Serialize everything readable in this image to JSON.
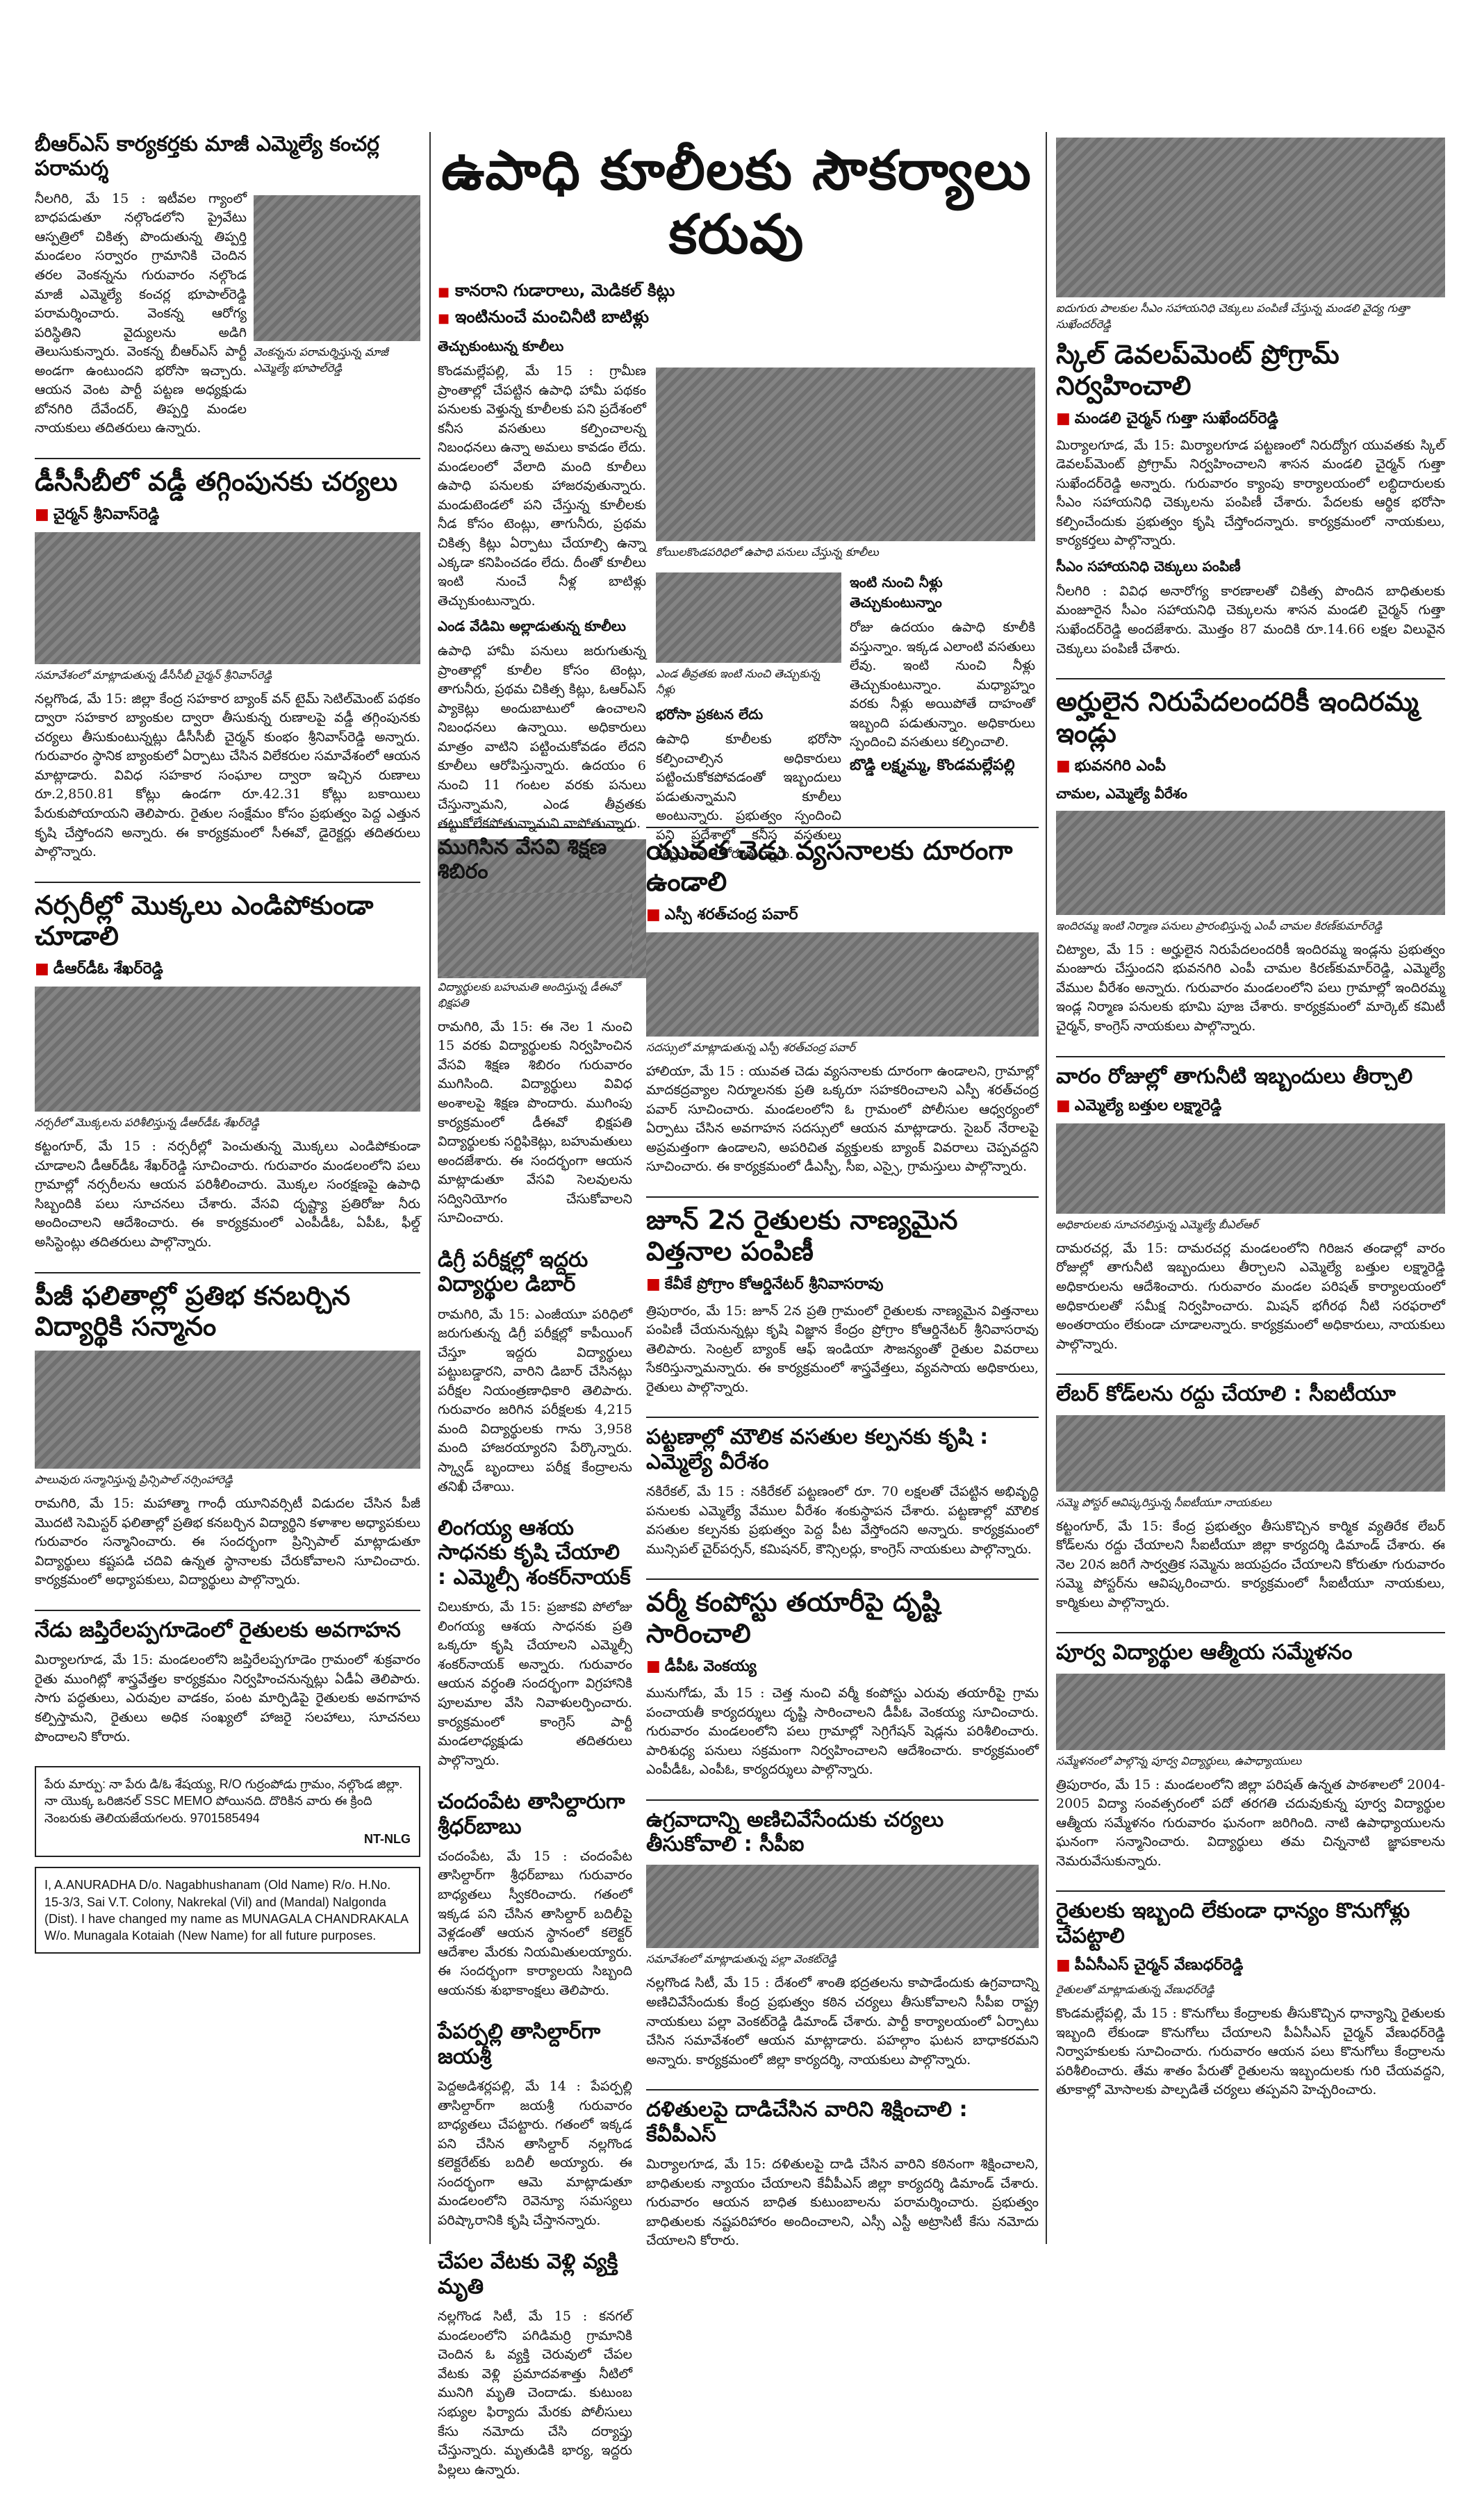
{
  "col1": {
    "a1": {
      "headline": "బీఆర్ఎస్ కార్యకర్తకు మాజీ ఎమ్మెల్యే కంచర్ల పరామర్శ",
      "body": "నీలగిరి, మే 15 : ఇటీవల గ్యాంలో బాధపడుతూ నల్గొండలోని ప్రైవేటు ఆస్పత్రిలో చికిత్స పొందుతున్న తిప్పర్తి మండలం సర్వారం గ్రామానికి చెందిన తరల వెంకన్నను గురువారం నల్గొండ మాజీ ఎమ్మెల్యే కంచర్ల భూపాల్‌రెడ్డి పరామర్శించారు. వెంకన్న ఆరోగ్య పరిస్థితిని వైద్యులను అడిగి తెలుసుకున్నారు. వెంకన్న బీఆర్ఎస్ పార్టీ అండగా ఉంటుందని భరోసా ఇచ్చారు. ఆయన వెంట పార్టీ పట్టణ అధ్యక్షుడు బోనగిరి దేవేందర్, తిప్పర్తి మండల నాయకులు తదితరులు ఉన్నారు.",
      "caption": "వెంకన్నను పరామర్శిస్తున్న మాజీ ఎమ్మెల్యే భూపాల్‌రెడ్డి"
    },
    "a2": {
      "headline": "డీసీసీబీలో వడ్డీ తగ్గింపునకు చర్యలు",
      "byline": "చైర్మన్ శ్రీనివాస్‌రెడ్డి",
      "body": "నల్లగొండ, మే 15: జిల్లా కేంద్ర సహకార బ్యాంక్ వన్ టైమ్ సెటిల్‌మెంట్ పథకం ద్వారా సహకార బ్యాంకుల ద్వారా తీసుకున్న రుణాలపై వడ్డీ తగ్గింపునకు చర్యలు తీసుకుంటున్నట్లు డీసీసీబీ చైర్మన్ కుంభం శ్రీనివాస్‌రెడ్డి అన్నారు. గురువారం స్థానిక బ్యాంకులో ఏర్పాటు చేసిన విలేకరుల సమావేశంలో ఆయన మాట్లాడారు. వివిధ సహకార సంఘాల ద్వారా ఇచ్చిన రుణాలు రూ.2,850.81 కోట్లు ఉండగా రూ.42.31 కోట్లు బకాయిలు పేరుకుపోయాయని తెలిపారు. రైతుల సంక్షేమం కోసం ప్రభుత్వం పెద్ద ఎత్తున కృషి చేస్తోందని అన్నారు. ఈ కార్యక్రమంలో సీఈవో, డైరెక్టర్లు తదితరులు పాల్గొన్నారు.",
      "caption": "సమావేశంలో మాట్లాడుతున్న డీసీసీబీ చైర్మన్ శ్రీనివాస్‌రెడ్డి"
    },
    "a3": {
      "headline": "నర్సరీల్లో మొక్కలు ఎండిపోకుండా చూడాలి",
      "byline": "డీఆర్‌డీఓ శేఖర్‌రెడ్డి",
      "body": "కట్టంగూర్, మే 15 : నర్సరీల్లో పెంచుతున్న మొక్కలు ఎండిపోకుండా చూడాలని డీఆర్‌డీఓ శేఖర్‌రెడ్డి సూచించారు. గురువారం మండలంలోని పలు గ్రామాల్లో నర్సరీలను ఆయన పరిశీలించారు. మొక్కల సంరక్షణపై ఉపాధి సిబ్బందికి పలు సూచనలు చేశారు. వేసవి దృష్ట్యా ప్రతిరోజు నీరు అందించాలని ఆదేశించారు. ఈ కార్యక్రమంలో ఎంపీడీఓ, ఏపీఓ, ఫీల్డ్ అసిస్టెంట్లు తదితరులు పాల్గొన్నారు.",
      "caption": "నర్సరీలో మొక్కలను పరిశీలిస్తున్న డీఆర్‌డీఓ శేఖర్‌రెడ్డి"
    },
    "a4": {
      "headline": "పీజీ ఫలితాల్లో ప్రతిభ కనబర్చిన విద్యార్థికి సన్మానం",
      "body": "రామగిరి, మే 15: మహాత్మా గాంధీ యూనివర్సిటీ విడుదల చేసిన పీజీ మొదటి సెమిస్టర్ ఫలితాల్లో ప్రతిభ కనబర్చిన విద్యార్థిని కళాశాల అధ్యాపకులు గురువారం సన్మానించారు. ఈ సందర్భంగా ప్రిన్సిపాల్ మాట్లాడుతూ విద్యార్థులు కష్టపడి చదివి ఉన్నత స్థానాలకు చేరుకోవాలని సూచించారు. కార్యక్రమంలో అధ్యాపకులు, విద్యార్థులు పాల్గొన్నారు.",
      "caption": "పాలువురు సన్మానిస్తున్న ప్రిన్సిపాల్ నర్సింహారెడ్డి"
    },
    "a5": {
      "headline": "నేడు జప్తిరేలప్పగూడెంలో రైతులకు అవగాహన",
      "body": "మిర్యాలగూడ, మే 15: మండలంలోని జప్తిరేలప్పగూడెం గ్రామంలో శుక్రవారం రైతు ముంగిట్లో శాస్త్రవేత్తల కార్యక్రమం నిర్వహించనున్నట్లు ఏడీఏ తెలిపారు. సాగు పద్ధతులు, ఎరువుల వాడకం, పంట మార్పిడిపై రైతులకు అవగాహన కల్పిస్తామని, రైతులు అధిక సంఖ్యలో హాజరై సలహాలు, సూచనలు పొందాలని కోరారు."
    },
    "ad1": {
      "text": "పేరు మార్పు: నా పేరు డి/ఓ శేషయ్య, R/O గుర్రంపోడు గ్రామం, నల్గొండ జిల్లా. నా యొక్క ఒరిజినల్ SSC MEMO పోయినది. దొరికిన వారు ఈ క్రింది నెంబరుకు తెలియజేయగలరు. 9701585494",
      "tag": "NT-NLG"
    },
    "ad2": {
      "text": "I, A.ANURADHA D/o. Nagabhushanam (Old Name) R/o. H.No. 15-3/3, Sai V.T. Colony, Nakrekal (Vil) and (Mandal) Nalgonda (Dist). I have changed my name as MUNAGALA CHANDRAKALA W/o. Munagala Kotaiah (New Name) for all future purposes."
    }
  },
  "main": {
    "headline": "ఉపాధి కూలీలకు సౌకర్యాలు కరువు",
    "bullets": [
      "కానరాని గుడారాలు, మెడికల్ కిట్లు",
      "ఇంటినుంచే మంచినీటి బాటిళ్లు",
      "తెచ్చుకుంటున్న కూలీలు"
    ],
    "body": "కొండమల్లేపల్లి, మే 15 : గ్రామీణ ప్రాంతాల్లో చేపట్టిన ఉపాధి హామీ పథకం పనులకు వెళ్తున్న కూలీలకు పని ప్రదేశంలో కనీస వసతులు కల్పించాలన్న నిబంధనలు ఉన్నా అమలు కావడం లేదు. మండలంలో వేలాది మంది కూలీలు ఉపాధి పనులకు హాజరవుతున్నారు. మండుటెండలో పని చేస్తున్న కూలీలకు నీడ కోసం టెంట్లు, తాగునీరు, ప్రథమ చికిత్స కిట్లు ఏర్పాటు చేయాల్సి ఉన్నా ఎక్కడా కనిపించడం లేదు. దీంతో కూలీలు ఇంటి నుంచే నీళ్ల బాటిళ్లు తెచ్చుకుంటున్నారు.",
    "photo_caption": "కోయిలకొండపరిధిలో ఉపాధి పనులు చేస్తున్న కూలీలు",
    "sub1": "ఎండ వేడిమి అల్లాడుతున్న కూలీలు",
    "body2": "ఉపాధి హామీ పనులు జరుగుతున్న ప్రాంతాల్లో కూలీల కోసం టెంట్లు, తాగునీరు, ప్రథమ చికిత్స కిట్లు, ఓఆర్ఎస్ ప్యాకెట్లు అందుబాటులో ఉంచాలని నిబంధనలు ఉన్నాయి. అధికారులు మాత్రం వాటిని పట్టించుకోవడం లేదని కూలీలు ఆరోపిస్తున్నారు. ఉదయం 6 నుంచి 11 గంటల వరకు పనులు చేస్తున్నామని, ఎండ తీవ్రతకు తట్టుకోలేకపోతున్నామని వాపోతున్నారు.",
    "sub2": "ఇంటి నుంచి నీళ్లు తెచ్చుకుంటున్నాం",
    "body3": "రోజు ఉదయం ఉపాధి కూలీకి వస్తున్నాం. ఇక్కడ ఎలాంటి వసతులు లేవు. ఇంటి నుంచి నీళ్లు తెచ్చుకుంటున్నాం. మధ్యాహ్నం వరకు నీళ్లు అయిపోతే దాహంతో ఇబ్బంది పడుతున్నాం. అధికారులు స్పందించి వసతులు కల్పించాలి.",
    "quote_name": "బొడ్డి లక్ష్మమ్మ, కొండమల్లేపల్లి",
    "sub3": "భరోసా ప్రకటన లేదు",
    "body4": "ఉపాధి కూలీలకు భరోసా కల్పించాల్సిన అధికారులు పట్టించుకోకపోవడంతో ఇబ్బందులు పడుతున్నామని కూలీలు అంటున్నారు. ప్రభుత్వం స్పందించి పని ప్రదేశాల్లో కనీస వసతులు కల్పించాలని కోరుతున్నారు.",
    "photo2_caption": "ఎండ తీవ్రతకు ఇంటి నుంచి తెచ్చుకున్న నీళ్లు",
    "caption_strip": "ఐదుగురు పాలకుల సీఎం సహాయనిధి చెక్కులు పంపిణీ చేస్తున్న మండలి వైద్య గుత్తా సుఖేందర్‌రెడ్డి"
  },
  "col2": {
    "a1": {
      "headline": "ముగిసిన వేసవి శిక్షణ శిబిరం",
      "caption": "విద్యార్థులకు బహుమతి అందిస్తున్న డీఈవో భిక్షపతి",
      "body": "రామగిరి, మే 15: ఈ నెల 1 నుంచి 15 వరకు విద్యార్థులకు నిర్వహించిన వేసవి శిక్షణ శిబిరం గురువారం ముగిసింది. విద్యార్థులు వివిధ అంశాలపై శిక్షణ పొందారు. ముగింపు కార్యక్రమంలో డీఈవో భిక్షపతి విద్యార్థులకు సర్టిఫికెట్లు, బహుమతులు అందజేశారు. ఈ సందర్భంగా ఆయన మాట్లాడుతూ వేసవి సెలవులను సద్వినియోగం చేసుకోవాలని సూచించారు."
    },
    "a2": {
      "headline": "డిగ్రీ పరీక్షల్లో ఇద్దరు విద్యార్థుల డిబార్",
      "body": "రామగిరి, మే 15: ఎంజీయూ పరిధిలో జరుగుతున్న డిగ్రీ పరీక్షల్లో కాపీయింగ్ చేస్తూ ఇద్దరు విద్యార్థులు పట్టుబడ్డారని, వారిని డిబార్ చేసినట్లు పరీక్షల నియంత్రణాధికారి తెలిపారు. గురువారం జరిగిన పరీక్షలకు 4,215 మంది విద్యార్థులకు గాను 3,958 మంది హాజరయ్యారని పేర్కొన్నారు. స్క్వాడ్ బృందాలు పరీక్ష కేంద్రాలను తనిఖీ చేశాయి."
    },
    "a3": {
      "headline": "లింగయ్య ఆశయ సాధనకు కృషి చేయాలి : ఎమ్మెల్సీ శంకర్‌నాయక్",
      "body": "చిలుకూరు, మే 15: ప్రజాకవి పోలోజు లింగయ్య ఆశయ సాధనకు ప్రతి ఒక్కరూ కృషి చేయాలని ఎమ్మెల్సీ శంకర్‌నాయక్ అన్నారు. గురువారం ఆయన వర్ధంతి సందర్భంగా విగ్రహానికి పూలమాల వేసి నివాళులర్పించారు. కార్యక్రమంలో కాంగ్రెస్ పార్టీ మండలాధ్యక్షుడు తదితరులు పాల్గొన్నారు."
    },
    "a4": {
      "headline": "చందంపేట తాసిల్దారుగా శ్రీధర్‌బాబు",
      "body": "చందంపేట, మే 15 : చందంపేట తాసిల్దార్‌గా శ్రీధర్‌బాబు గురువారం బాధ్యతలు స్వీకరించారు. గతంలో ఇక్కడ పని చేసిన తాసిల్దార్ బదిలీపై వెళ్లడంతో ఆయన స్థానంలో కలెక్టర్ ఆదేశాల మేరకు నియమితులయ్యారు. ఈ సందర్భంగా కార్యాలయ సిబ్బంది ఆయనకు శుభాకాంక్షలు తెలిపారు."
    },
    "a5": {
      "headline": "పేపర్పల్లి తాసిల్దార్‌గా జయశ్రీ",
      "body": "పెద్దఅడిశర్లపల్లి, మే 14 : పేపర్పల్లి తాసిల్దార్‌గా జయశ్రీ గురువారం బాధ్యతలు చేపట్టారు. గతంలో ఇక్కడ పని చేసిన తాసిల్దార్ నల్లగొండ కలెక్టరేట్‌కు బదిలీ అయ్యారు. ఈ సందర్భంగా ఆమె మాట్లాడుతూ మండలంలోని రెవెన్యూ సమస్యలు పరిష్కారానికి కృషి చేస్తానన్నారు."
    },
    "a6": {
      "headline": "చేపల వేటకు వెళ్లి వ్యక్తి మృతి",
      "body": "నల్లగొండ సిటీ, మే 15 : కనగల్ మండలంలోని పగిడిమర్రి గ్రామానికి చెందిన ఓ వ్యక్తి చెరువులో చేపల వేటకు వెళ్లి ప్రమాదవశాత్తు నీటిలో మునిగి మృతి చెందాడు. కుటుంబ సభ్యుల ఫిర్యాదు మేరకు పోలీసులు కేసు నమోదు చేసి దర్యాప్తు చేస్తున్నారు. మృతుడికి భార్య, ఇద్దరు పిల్లలు ఉన్నారు."
    }
  },
  "col3": {
    "a1": {
      "headline": "యువత చెడు వ్యసనాలకు దూరంగా ఉండాలి",
      "byline": "ఎస్పీ శరత్‌చంద్ర పవార్",
      "caption": "సదస్సులో మాట్లాడుతున్న ఎస్పీ శరత్‌చంద్ర పవార్",
      "body": "హాలియా, మే 15 : యువత చెడు వ్యసనాలకు దూరంగా ఉండాలని, గ్రామాల్లో మాదకద్రవ్యాల నిర్మూలనకు ప్రతి ఒక్కరూ సహకరించాలని ఎస్పీ శరత్‌చంద్ర పవార్ సూచించారు. మండలంలోని ఓ గ్రామంలో పోలీసుల ఆధ్వర్యంలో ఏర్పాటు చేసిన అవగాహన సదస్సులో ఆయన మాట్లాడారు. సైబర్ నేరాలపై అప్రమత్తంగా ఉండాలని, అపరిచిత వ్యక్తులకు బ్యాంక్ వివరాలు చెప్పవద్దని సూచించారు. ఈ కార్యక్రమంలో డీఎస్పీ, సీఐ, ఎస్సై, గ్రామస్తులు పాల్గొన్నారు."
    },
    "a2": {
      "headline": "జూన్ 2న రైతులకు నాణ్యమైన విత్తనాల పంపిణీ",
      "byline": "కేవీకే ప్రోగ్రాం కోఆర్డినేటర్ శ్రీనివాసరావు",
      "body": "త్రిపురారం, మే 15: జూన్ 2న ప్రతి గ్రామంలో రైతులకు నాణ్యమైన విత్తనాలు పంపిణీ చేయనున్నట్లు కృషి విజ్ఞాన కేంద్రం ప్రోగ్రాం కోఆర్డినేటర్ శ్రీనివాసరావు తెలిపారు. సెంట్రల్ బ్యాంక్ ఆఫ్ ఇండియా సౌజన్యంతో రైతుల వివరాలు సేకరిస్తున్నామన్నారు. ఈ కార్యక్రమంలో శాస్త్రవేత్తలు, వ్యవసాయ అధికారులు, రైతులు పాల్గొన్నారు."
    },
    "a3": {
      "headline": "పట్టణాల్లో మౌలిక వసతుల కల్పనకు కృషి : ఎమ్మెల్యే వీరేశం",
      "body": "నకిరేకల్, మే 15 : నకిరేకల్ పట్టణంలో రూ. 70 లక్షలతో చేపట్టిన అభివృద్ధి పనులకు ఎమ్మెల్యే వేముల వీరేశం శంకుస్థాపన చేశారు. పట్టణాల్లో మౌలిక వసతుల కల్పనకు ప్రభుత్వం పెద్ద పీట వేస్తోందని అన్నారు. కార్యక్రమంలో మున్సిపల్ చైర్‌పర్సన్, కమిషనర్, కౌన్సిలర్లు, కాంగ్రెస్ నాయకులు పాల్గొన్నారు."
    },
    "a4": {
      "headline": "వర్మీ కంపోస్టు తయారీపై దృష్టి సారించాలి",
      "byline": "డీపీఓ వెంకయ్య",
      "body": "మునుగోడు, మే 15 : చెత్త నుంచి వర్మీ కంపోస్టు ఎరువు తయారీపై గ్రామ పంచాయతీ కార్యదర్శులు దృష్టి సారించాలని డీపీఓ వెంకయ్య సూచించారు. గురువారం మండలంలోని పలు గ్రామాల్లో సెగ్రిగేషన్ షెడ్లను పరిశీలించారు. పారిశుధ్య పనులు సక్రమంగా నిర్వహించాలని ఆదేశించారు. కార్యక్రమంలో ఎంపీడీఓ, ఎంపీఓ, కార్యదర్శులు పాల్గొన్నారు."
    },
    "a5": {
      "headline": "ఉగ్రవాదాన్ని అణిచివేసేందుకు చర్యలు తీసుకోవాలి : సీపీఐ",
      "caption": "సమావేశంలో మాట్లాడుతున్న పల్లా వెంకట్‌రెడ్డి",
      "body": "నల్లగొండ సిటీ, మే 15 : దేశంలో శాంతి భద్రతలను కాపాడేందుకు ఉగ్రవాదాన్ని అణిచివేసేందుకు కేంద్ర ప్రభుత్వం కఠిన చర్యలు తీసుకోవాలని సీపీఐ రాష్ట్ర నాయకులు పల్లా వెంకట్‌రెడ్డి డిమాండ్ చేశారు. పార్టీ కార్యాలయంలో ఏర్పాటు చేసిన సమావేశంలో ఆయన మాట్లాడారు. పహల్గాం ఘటన బాధాకరమని అన్నారు. కార్యక్రమంలో జిల్లా కార్యదర్శి, నాయకులు పాల్గొన్నారు."
    },
    "a6": {
      "headline": "దళితులపై దాడిచేసిన వారిని శిక్షించాలి : కేవీపీఎస్",
      "body": "మిర్యాలగూడ, మే 15: దళితులపై దాడి చేసిన వారిని కఠినంగా శిక్షించాలని, బాధితులకు న్యాయం చేయాలని కేవీపీఎస్ జిల్లా కార్యదర్శి డిమాండ్ చేశారు. గురువారం ఆయన బాధిత కుటుంబాలను పరామర్శించారు. ప్రభుత్వం బాధితులకు నష్టపరిహారం అందించాలని, ఎస్సీ ఎస్టీ అట్రాసిటీ కేసు నమోదు చేయాలని కోరారు."
    }
  },
  "col4": {
    "a1": {
      "headline": "స్కిల్ డెవలప్‌మెంట్ ప్రోగ్రామ్ నిర్వహించాలి",
      "byline": "మండలి చైర్మన్ గుత్తా సుఖేందర్‌రెడ్డి",
      "body": "మిర్యాలగూడ, మే 15: మిర్యాలగూడ పట్టణంలో నిరుద్యోగ యువతకు స్కిల్ డెవలప్‌మెంట్ ప్రోగ్రామ్ నిర్వహించాలని శాసన మండలి చైర్మన్ గుత్తా సుఖేందర్‌రెడ్డి అన్నారు. గురువారం క్యాంపు కార్యాలయంలో లబ్ధిదారులకు సీఎం సహాయనిధి చెక్కులను పంపిణీ చేశారు. పేదలకు ఆర్థిక భరోసా కల్పించేందుకు ప్రభుత్వం కృషి చేస్తోందన్నారు. కార్యక్రమంలో నాయకులు, కార్యకర్తలు పాల్గొన్నారు."
    },
    "a1_sub": "సీఎం సహాయనిధి చెక్కులు పంపిణీ",
    "a1_sub_body": "నీలగిరి : వివిధ అనారోగ్య కారణాలతో చికిత్స పొందిన బాధితులకు మంజూరైన సీఎం సహాయనిధి చెక్కులను శాసన మండలి చైర్మన్ గుత్తా సుఖేందర్‌రెడ్డి అందజేశారు. మొత్తం 87 మందికి రూ.14.66 లక్షల విలువైన చెక్కులు పంపిణీ చేశారు.",
    "a2": {
      "headline": "అర్హులైన నిరుపేదలందరికీ ఇందిరమ్మ ఇండ్లు",
      "byline": "భువనగిరి ఎంపీ",
      "sub": "చామల, ఎమ్మెల్యే వీరేశం",
      "caption": "ఇందిరమ్మ ఇంటి నిర్మాణ పనులు ప్రారంభిస్తున్న ఎంపీ చామల కిరణ్‌కుమార్‌రెడ్డి",
      "body": "చిట్యాల, మే 15 : అర్హులైన నిరుపేదలందరికీ ఇందిరమ్మ ఇండ్లను ప్రభుత్వం మంజూరు చేస్తుందని భువనగిరి ఎంపీ చామల కిరణ్‌కుమార్‌రెడ్డి, ఎమ్మెల్యే వేముల వీరేశం అన్నారు. గురువారం మండలంలోని పలు గ్రామాల్లో ఇందిరమ్మ ఇండ్ల నిర్మాణ పనులకు భూమి పూజ చేశారు. కార్యక్రమంలో మార్కెట్ కమిటీ చైర్మన్, కాంగ్రెస్ నాయకులు పాల్గొన్నారు."
    },
    "a3": {
      "headline": "వారం రోజుల్లో తాగునీటి ఇబ్బందులు తీర్చాలి",
      "byline": "ఎమ్మెల్యే బత్తుల లక్ష్మారెడ్డి",
      "caption": "అధికారులకు సూచనలిస్తున్న ఎమ్మెల్యే బీఎల్ఆర్",
      "body": "దామరచర్ల, మే 15: దామరచర్ల మండలంలోని గిరిజన తండాల్లో వారం రోజుల్లో తాగునీటి ఇబ్బందులు తీర్చాలని ఎమ్మెల్యే బత్తుల లక్ష్మారెడ్డి అధికారులను ఆదేశించారు. గురువారం మండల పరిషత్ కార్యాలయంలో అధికారులతో సమీక్ష నిర్వహించారు. మిషన్ భగీరథ నీటి సరఫరాలో అంతరాయం లేకుండా చూడాలన్నారు. కార్యక్రమంలో అధికారులు, నాయకులు పాల్గొన్నారు."
    },
    "a4": {
      "headline": "లేబర్ కోడ్‌లను రద్దు చేయాలి : సీఐటీయూ",
      "caption": "సమ్మె పోస్టర్ ఆవిష్కరిస్తున్న సీఐటీయూ నాయకులు",
      "body": "కట్టంగూర్, మే 15: కేంద్ర ప్రభుత్వం తీసుకొచ్చిన కార్మిక వ్యతిరేక లేబర్ కోడ్‌లను రద్దు చేయాలని సీఐటీయూ జిల్లా కార్యదర్శి డిమాండ్ చేశారు. ఈ నెల 20న జరిగే సార్వత్రిక సమ్మెను జయప్రదం చేయాలని కోరుతూ గురువారం సమ్మె పోస్టర్‌ను ఆవిష్కరించారు. కార్యక్రమంలో సీఐటీయూ నాయకులు, కార్మికులు పాల్గొన్నారు."
    },
    "a5": {
      "headline": "పూర్వ విద్యార్థుల ఆత్మీయ సమ్మేళనం",
      "caption": "సమ్మేళనంలో పాల్గొన్న పూర్వ విద్యార్థులు, ఉపాధ్యాయులు",
      "body": "త్రిపురారం, మే 15 : మండలంలోని జిల్లా పరిషత్ ఉన్నత పాఠశాలలో 2004-2005 విద్యా సంవత్సరంలో పదో తరగతి చదువుకున్న పూర్వ విద్యార్థుల ఆత్మీయ సమ్మేళనం గురువారం ఘనంగా జరిగింది. నాటి ఉపాధ్యాయులను ఘనంగా సన్మానించారు. విద్యార్థులు తమ చిన్ననాటి జ్ఞాపకాలను నెమరువేసుకున్నారు."
    },
    "a6": {
      "headline": "రైతులకు ఇబ్బంది లేకుండా ధాన్యం కొనుగోళ్లు చేపట్టాలి",
      "byline": "పీఏసీఎస్ చైర్మన్ వేణుధర్‌రెడ్డి",
      "caption": "రైతులతో మాట్లాడుతున్న వేణుధర్‌రెడ్డి",
      "body": "కొండమల్లేపల్లి, మే 15 : కొనుగోలు కేంద్రాలకు తీసుకొచ్చిన ధాన్యాన్ని రైతులకు ఇబ్బంది లేకుండా కొనుగోలు చేయాలని పీఏసీఎస్ చైర్మన్ వేణుధర్‌రెడ్డి నిర్వాహకులకు సూచించారు. గురువారం ఆయన పలు కొనుగోలు కేంద్రాలను పరిశీలించారు. తేమ శాతం పేరుతో రైతులను ఇబ్బందులకు గురి చేయవద్దని, తూకాల్లో మోసాలకు పాల్పడితే చర్యలు తప్పవని హెచ్చరించారు."
    }
  }
}
